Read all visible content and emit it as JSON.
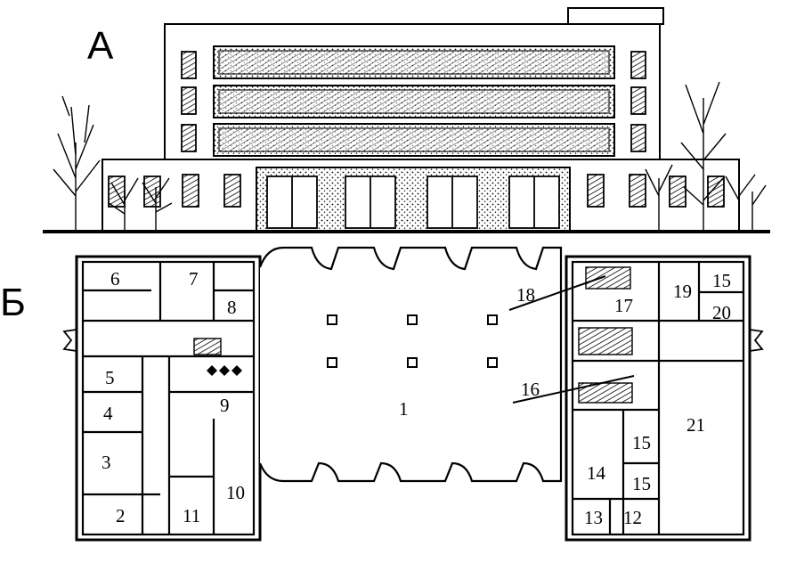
{
  "labels": {
    "section_a": "А",
    "section_b": "Б"
  },
  "rooms": [
    {
      "id": "1",
      "label": "1"
    },
    {
      "id": "2",
      "label": "2"
    },
    {
      "id": "3",
      "label": "3"
    },
    {
      "id": "4",
      "label": "4"
    },
    {
      "id": "5",
      "label": "5"
    },
    {
      "id": "6",
      "label": "6"
    },
    {
      "id": "7",
      "label": "7"
    },
    {
      "id": "8",
      "label": "8"
    },
    {
      "id": "9",
      "label": "9"
    },
    {
      "id": "10",
      "label": "10"
    },
    {
      "id": "11",
      "label": "11"
    },
    {
      "id": "12",
      "label": "12"
    },
    {
      "id": "13",
      "label": "13"
    },
    {
      "id": "14",
      "label": "14"
    },
    {
      "id": "15a",
      "label": "15"
    },
    {
      "id": "15b",
      "label": "15"
    },
    {
      "id": "15c",
      "label": "15"
    },
    {
      "id": "16",
      "label": "16"
    },
    {
      "id": "17",
      "label": "17"
    },
    {
      "id": "18",
      "label": "18"
    },
    {
      "id": "19",
      "label": "19"
    },
    {
      "id": "20",
      "label": "20"
    },
    {
      "id": "21",
      "label": "21"
    }
  ],
  "colors": {
    "line": "#000000",
    "background": "#ffffff"
  }
}
